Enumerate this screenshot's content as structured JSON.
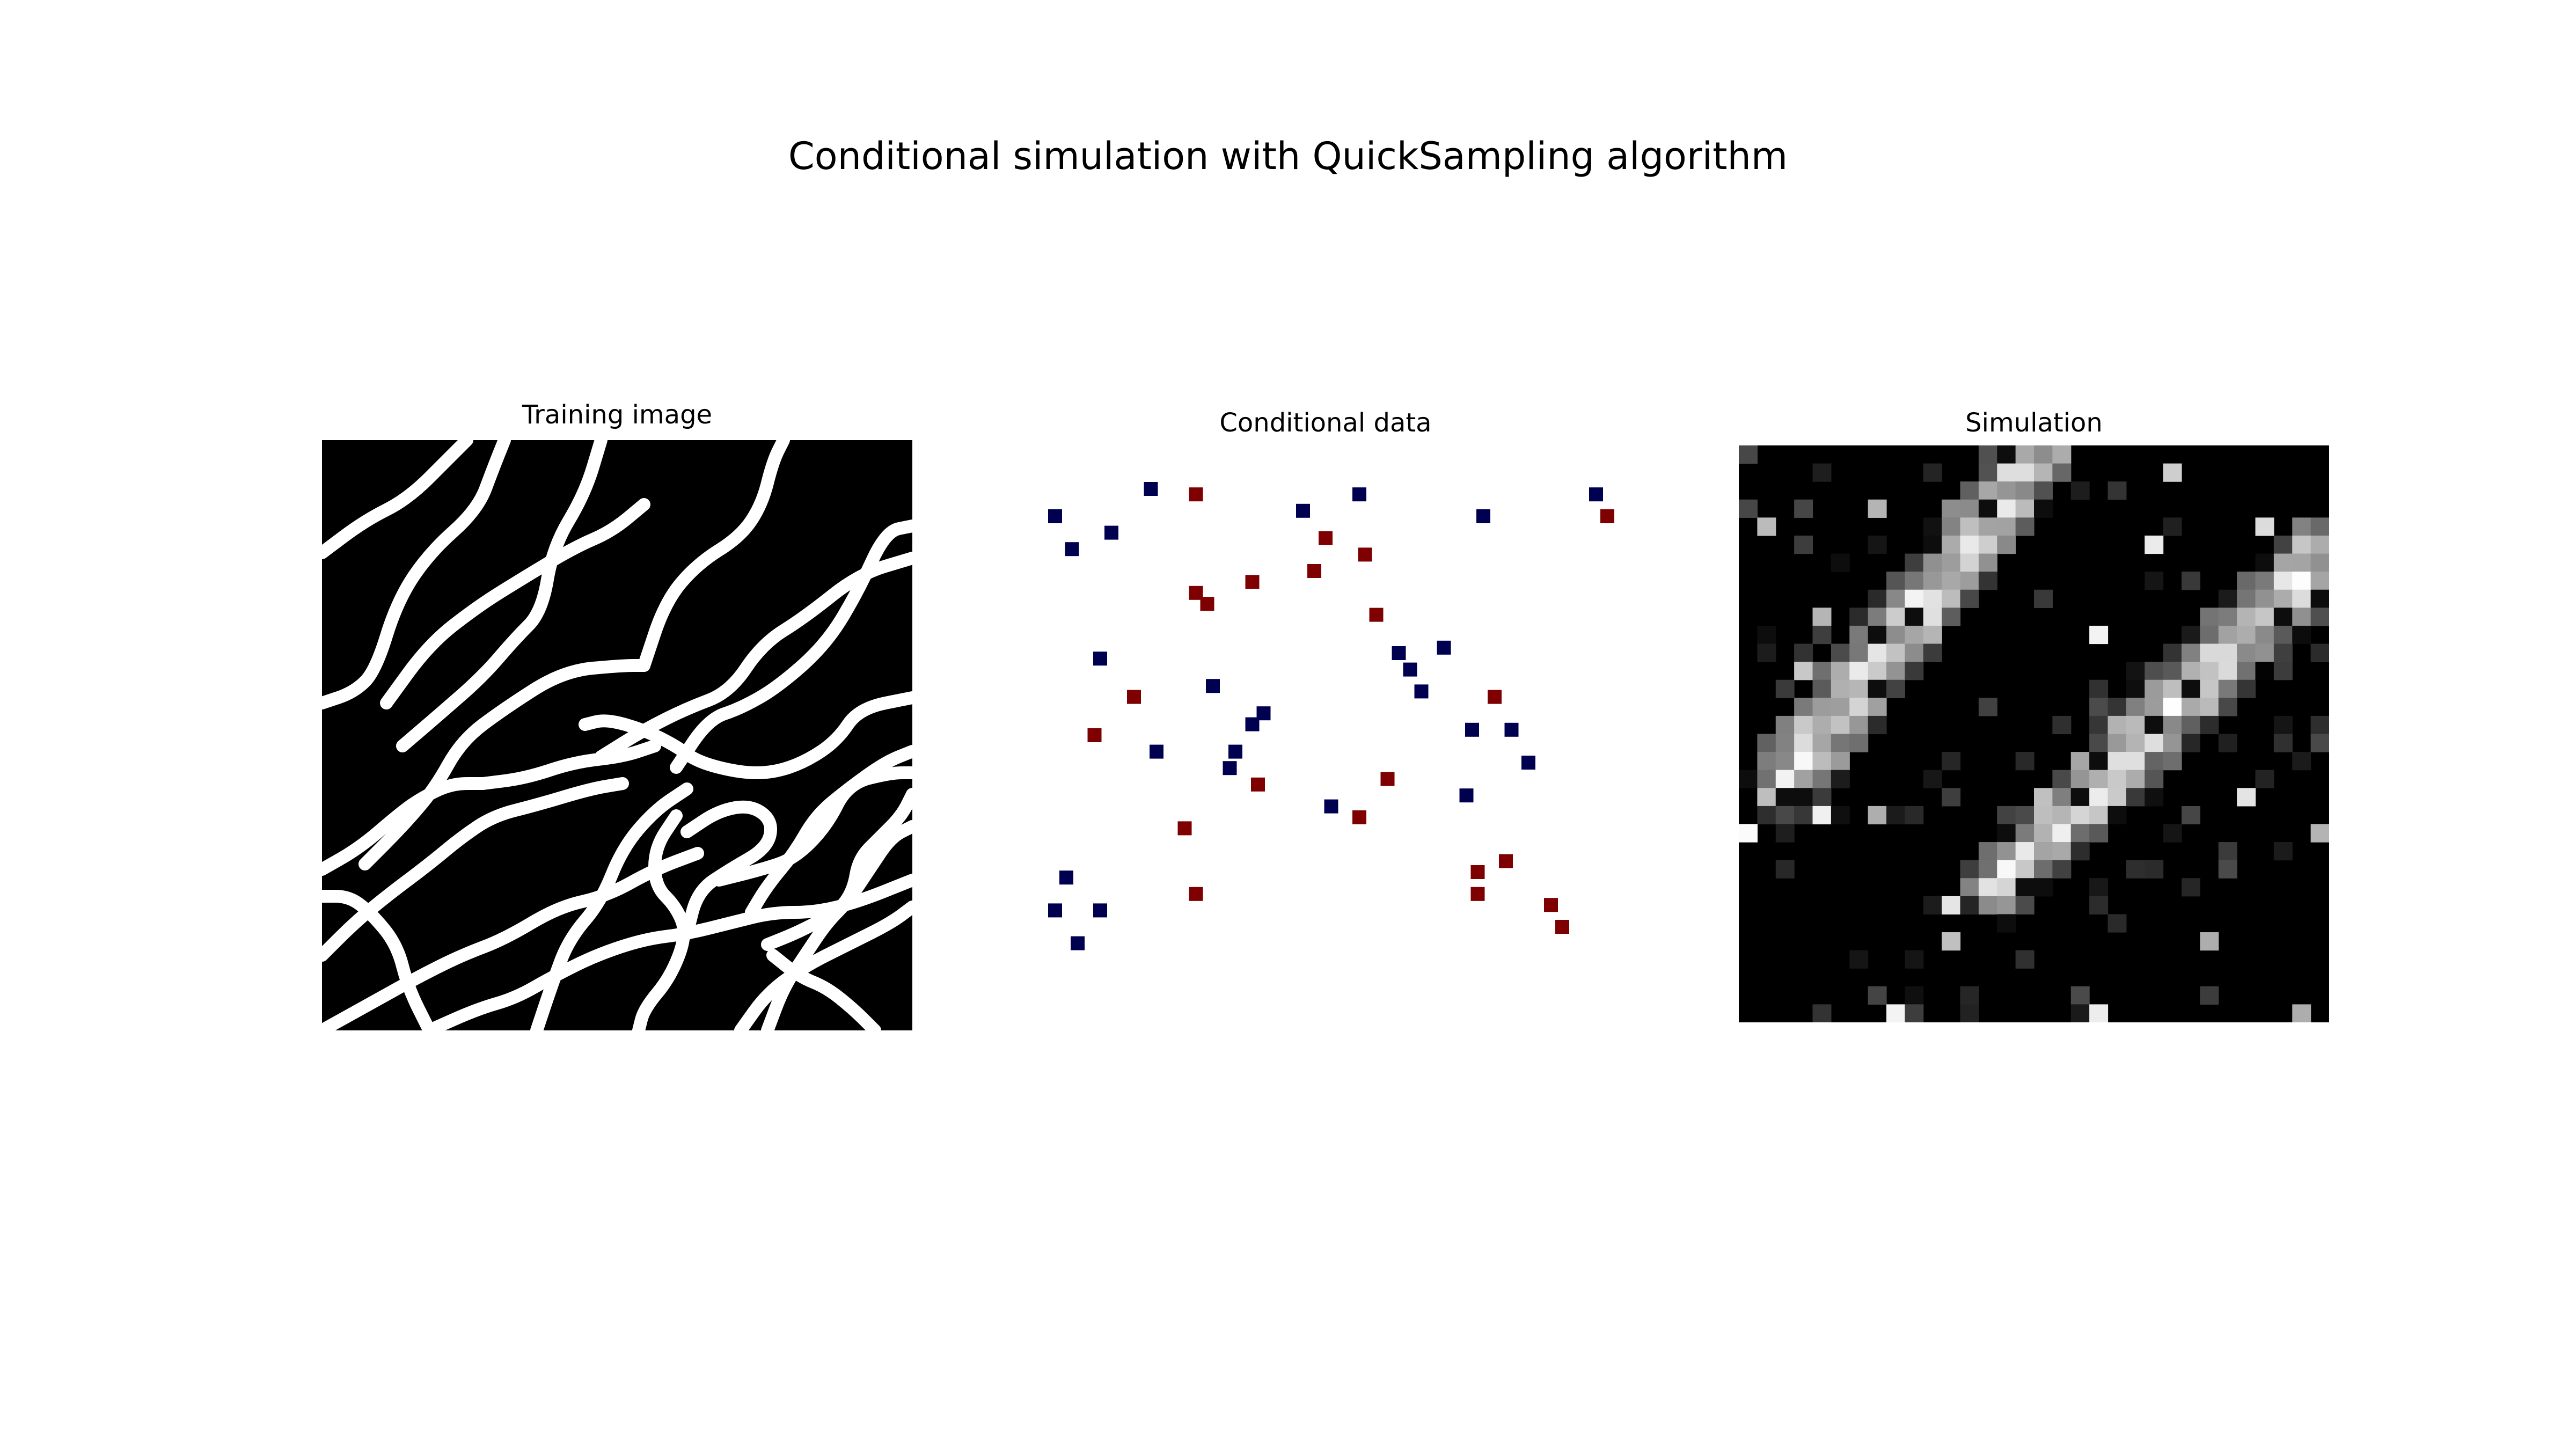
{
  "title": "Conditional simulation with QuickSampling algorithm",
  "colors": {
    "background": "#ffffff",
    "channel": "#ffffff",
    "matrix": "#000000",
    "class_0": "#000050",
    "class_1": "#7f0000"
  },
  "chart_data": [
    {
      "type": "heatmap",
      "title": "Training image",
      "colormap": "gray",
      "axes": "off",
      "description": "binary channelized image: white sinuous channels on black background",
      "channels": [
        [
          [
            0,
            210
          ],
          [
            80,
            150
          ],
          [
            160,
            110
          ],
          [
            240,
            30
          ],
          [
            270,
            0
          ]
        ],
        [
          [
            0,
            490
          ],
          [
            60,
            470
          ],
          [
            100,
            430
          ],
          [
            140,
            300
          ],
          [
            200,
            210
          ],
          [
            290,
            130
          ],
          [
            320,
            50
          ],
          [
            340,
            0
          ]
        ],
        [
          [
            120,
            490
          ],
          [
            200,
            380
          ],
          [
            290,
            310
          ],
          [
            370,
            260
          ],
          [
            470,
            200
          ],
          [
            540,
            170
          ],
          [
            600,
            120
          ]
        ],
        [
          [
            150,
            570
          ],
          [
            220,
            510
          ],
          [
            300,
            440
          ],
          [
            360,
            370
          ],
          [
            410,
            320
          ],
          [
            430,
            200
          ],
          [
            490,
            100
          ],
          [
            520,
            0
          ]
        ],
        [
          [
            80,
            790
          ],
          [
            150,
            720
          ],
          [
            210,
            650
          ],
          [
            260,
            560
          ],
          [
            340,
            500
          ],
          [
            450,
            430
          ],
          [
            560,
            420
          ],
          [
            600,
            420
          ]
        ],
        [
          [
            600,
            420
          ],
          [
            640,
            300
          ],
          [
            700,
            230
          ],
          [
            780,
            180
          ],
          [
            820,
            120
          ],
          [
            840,
            40
          ],
          [
            860,
            0
          ]
        ],
        [
          [
            520,
            590
          ],
          [
            600,
            540
          ],
          [
            680,
            500
          ],
          [
            760,
            470
          ],
          [
            820,
            380
          ],
          [
            900,
            330
          ],
          [
            1000,
            250
          ],
          [
            1100,
            220
          ]
        ],
        [
          [
            300,
            640
          ],
          [
            380,
            630
          ],
          [
            470,
            600
          ],
          [
            560,
            590
          ],
          [
            620,
            570
          ]
        ],
        [
          [
            660,
            610
          ],
          [
            720,
            520
          ],
          [
            780,
            500
          ],
          [
            850,
            460
          ],
          [
            940,
            380
          ],
          [
            1000,
            280
          ],
          [
            1050,
            170
          ],
          [
            1100,
            160
          ]
        ],
        [
          [
            0,
            800
          ],
          [
            70,
            760
          ],
          [
            140,
            700
          ],
          [
            180,
            670
          ],
          [
            240,
            640
          ],
          [
            300,
            640
          ]
        ],
        [
          [
            490,
            530
          ],
          [
            530,
            520
          ],
          [
            600,
            540
          ],
          [
            660,
            570
          ],
          [
            700,
            600
          ],
          [
            780,
            620
          ],
          [
            840,
            620
          ],
          [
            900,
            600
          ],
          [
            960,
            560
          ],
          [
            1000,
            500
          ],
          [
            1100,
            480
          ]
        ],
        [
          [
            0,
            850
          ],
          [
            50,
            850
          ],
          [
            90,
            880
          ],
          [
            140,
            940
          ],
          [
            160,
            1020
          ],
          [
            200,
            1100
          ]
        ],
        [
          [
            0,
            960
          ],
          [
            60,
            900
          ],
          [
            120,
            850
          ],
          [
            200,
            790
          ],
          [
            260,
            740
          ],
          [
            320,
            700
          ],
          [
            400,
            680
          ],
          [
            500,
            650
          ],
          [
            560,
            640
          ]
        ],
        [
          [
            400,
            1100
          ],
          [
            430,
            1010
          ],
          [
            460,
            930
          ],
          [
            520,
            860
          ],
          [
            560,
            760
          ],
          [
            620,
            690
          ],
          [
            680,
            650
          ]
        ],
        [
          [
            660,
            700
          ],
          [
            620,
            760
          ],
          [
            620,
            830
          ],
          [
            660,
            870
          ],
          [
            680,
            920
          ],
          [
            650,
            1000
          ],
          [
            600,
            1060
          ],
          [
            590,
            1100
          ]
        ],
        [
          [
            740,
            820
          ],
          [
            820,
            800
          ],
          [
            880,
            780
          ],
          [
            940,
            720
          ],
          [
            980,
            640
          ],
          [
            1060,
            620
          ],
          [
            1100,
            620
          ]
        ],
        [
          [
            680,
            730
          ],
          [
            740,
            690
          ],
          [
            800,
            680
          ],
          [
            840,
            710
          ],
          [
            830,
            760
          ],
          [
            760,
            800
          ],
          [
            700,
            840
          ],
          [
            680,
            920
          ]
        ],
        [
          [
            0,
            1100
          ],
          [
            90,
            1050
          ],
          [
            180,
            1000
          ],
          [
            260,
            960
          ],
          [
            340,
            930
          ],
          [
            440,
            870
          ],
          [
            530,
            850
          ],
          [
            620,
            800
          ],
          [
            700,
            770
          ]
        ],
        [
          [
            200,
            1100
          ],
          [
            290,
            1060
          ],
          [
            360,
            1040
          ],
          [
            430,
            1000
          ],
          [
            510,
            960
          ],
          [
            600,
            930
          ],
          [
            680,
            920
          ],
          [
            760,
            900
          ],
          [
            840,
            880
          ],
          [
            920,
            880
          ],
          [
            1000,
            860
          ],
          [
            1100,
            820
          ]
        ],
        [
          [
            780,
            1100
          ],
          [
            830,
            1030
          ],
          [
            900,
            980
          ],
          [
            980,
            940
          ],
          [
            1060,
            900
          ],
          [
            1100,
            870
          ]
        ],
        [
          [
            830,
            1100
          ],
          [
            860,
            1020
          ],
          [
            900,
            960
          ],
          [
            940,
            900
          ],
          [
            980,
            860
          ],
          [
            1020,
            800
          ],
          [
            1060,
            740
          ],
          [
            1100,
            720
          ]
        ],
        [
          [
            830,
            940
          ],
          [
            880,
            920
          ],
          [
            920,
            900
          ],
          [
            960,
            880
          ],
          [
            990,
            840
          ],
          [
            1000,
            780
          ],
          [
            1040,
            740
          ],
          [
            1080,
            700
          ],
          [
            1100,
            660
          ]
        ],
        [
          [
            840,
            960
          ],
          [
            890,
            1000
          ],
          [
            940,
            1020
          ],
          [
            990,
            1060
          ],
          [
            1030,
            1100
          ]
        ],
        [
          [
            1100,
            580
          ],
          [
            1050,
            600
          ],
          [
            980,
            650
          ],
          [
            920,
            700
          ],
          [
            880,
            770
          ],
          [
            830,
            830
          ],
          [
            800,
            880
          ]
        ]
      ]
    },
    {
      "type": "scatter",
      "title": "Conditional data",
      "axes": "off",
      "xlim": [
        0,
        1
      ],
      "ylim": [
        0,
        1
      ],
      "series": [
        {
          "class": 0,
          "color": "#000050",
          "points": [
            [
              0.19,
              0.05
            ],
            [
              0.02,
              0.1
            ],
            [
              0.12,
              0.13
            ],
            [
              0.05,
              0.16
            ],
            [
              0.46,
              0.09
            ],
            [
              0.56,
              0.06
            ],
            [
              0.78,
              0.1
            ],
            [
              0.98,
              0.06
            ],
            [
              0.1,
              0.36
            ],
            [
              0.3,
              0.41
            ],
            [
              0.71,
              0.34
            ],
            [
              0.63,
              0.35
            ],
            [
              0.65,
              0.38
            ],
            [
              0.67,
              0.42
            ],
            [
              0.39,
              0.46
            ],
            [
              0.37,
              0.48
            ],
            [
              0.83,
              0.49
            ],
            [
              0.76,
              0.49
            ],
            [
              0.2,
              0.53
            ],
            [
              0.34,
              0.53
            ],
            [
              0.86,
              0.55
            ],
            [
              0.33,
              0.56
            ],
            [
              0.75,
              0.61
            ],
            [
              0.51,
              0.63
            ],
            [
              0.04,
              0.76
            ],
            [
              0.02,
              0.82
            ],
            [
              0.1,
              0.82
            ],
            [
              0.06,
              0.88
            ]
          ]
        },
        {
          "class": 1,
          "color": "#7f0000",
          "points": [
            [
              0.27,
              0.06
            ],
            [
              1.0,
              0.1
            ],
            [
              0.5,
              0.14
            ],
            [
              0.57,
              0.17
            ],
            [
              0.48,
              0.2
            ],
            [
              0.37,
              0.22
            ],
            [
              0.27,
              0.24
            ],
            [
              0.29,
              0.26
            ],
            [
              0.59,
              0.28
            ],
            [
              0.16,
              0.43
            ],
            [
              0.8,
              0.43
            ],
            [
              0.09,
              0.5
            ],
            [
              0.61,
              0.58
            ],
            [
              0.38,
              0.59
            ],
            [
              0.56,
              0.65
            ],
            [
              0.25,
              0.67
            ],
            [
              0.82,
              0.73
            ],
            [
              0.77,
              0.75
            ],
            [
              0.27,
              0.79
            ],
            [
              0.77,
              0.79
            ],
            [
              0.9,
              0.81
            ],
            [
              0.92,
              0.85
            ]
          ]
        }
      ]
    },
    {
      "type": "heatmap",
      "title": "Simulation",
      "colormap": "gray",
      "axes": "off",
      "grid_size": [
        32,
        32
      ],
      "description": "pixelated grayscale simulation with two diagonal white bands on black background, plus scattered noise pixels",
      "bands": [
        {
          "from": [
            0.08,
            0.58
          ],
          "to": [
            0.5,
            0.02
          ],
          "width": 0.07
        },
        {
          "from": [
            0.44,
            0.76
          ],
          "to": [
            1.0,
            0.18
          ],
          "width": 0.07
        }
      ],
      "noise_pixels": [
        [
          0.74,
          0.05
        ],
        [
          0.88,
          0.13
        ],
        [
          0.7,
          0.17
        ],
        [
          0.14,
          0.64
        ],
        [
          0.23,
          0.65
        ],
        [
          0.03,
          0.66
        ],
        [
          0.22,
          0.12
        ],
        [
          0.4,
          0.2
        ],
        [
          0.62,
          0.33
        ],
        [
          0.12,
          0.38
        ],
        [
          0.05,
          0.14
        ],
        [
          0.97,
          0.67
        ],
        [
          0.37,
          0.86
        ],
        [
          0.37,
          0.79
        ],
        [
          0.6,
          0.98
        ],
        [
          0.28,
          0.98
        ],
        [
          0.06,
          0.61
        ],
        [
          0.96,
          0.97
        ],
        [
          0.14,
          0.3
        ],
        [
          0.42,
          0.09
        ],
        [
          0.8,
          0.85
        ],
        [
          0.86,
          0.6
        ],
        [
          0.15,
          0.44
        ],
        [
          0.52,
          0.62
        ]
      ]
    }
  ]
}
